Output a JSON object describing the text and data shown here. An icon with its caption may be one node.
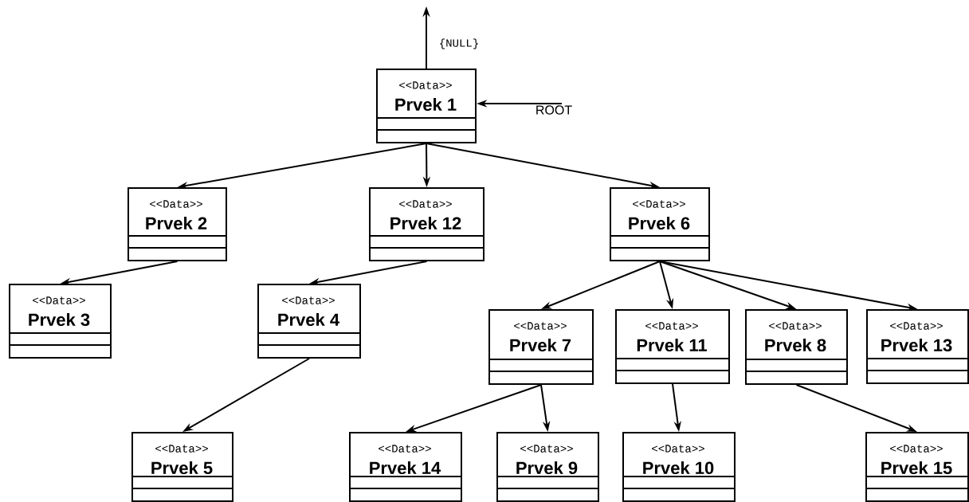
{
  "diagram": {
    "nodes": [
      {
        "text": [
          "<<Data>>",
          "Prvek 1"
        ]
      },
      {
        "text": [
          "ROOT"
        ]
      },
      {
        "text": [
          "<<Data>>",
          "Prvek 2"
        ]
      },
      {
        "text": [
          "<<Data>>",
          "Prvek 12"
        ]
      },
      {
        "text": [
          "<<Data>>",
          "Prvek 6"
        ]
      },
      {
        "text": [
          "<<Data>>",
          "Prvek 3"
        ]
      },
      {
        "text": [
          "<<Data>>",
          "Prvek 4"
        ]
      },
      {
        "text": [
          "<<Data>>",
          "Prvek 7"
        ]
      },
      {
        "text": [
          "<<Data>>",
          "Prvek 11"
        ]
      },
      {
        "text": [
          "<<Data>>",
          "Prvek 8"
        ]
      },
      {
        "text": [
          "<<Data>>",
          "Prvek 13"
        ]
      },
      {
        "text": [
          "<<Data>>",
          "Prvek 5"
        ]
      },
      {
        "text": [
          "<<Data>>",
          "Prvek 14"
        ]
      },
      {
        "text": [
          "<<Data>>",
          "Prvek 9"
        ]
      },
      {
        "text": [
          "<<Data>>",
          "Prvek 10"
        ]
      },
      {
        "text": [
          "<<Data>>",
          "Prvek 15"
        ]
      }
    ],
    "edges": [
      {
        "from": 0,
        "to": null,
        "arrow": "to",
        "label": "{NULL}"
      },
      {
        "from": 1,
        "to": 0,
        "arrow": "to"
      },
      {
        "from": 0,
        "to": 2,
        "arrow": "to"
      },
      {
        "from": 0,
        "to": 3,
        "arrow": "to"
      },
      {
        "from": 0,
        "to": 4,
        "arrow": "to"
      },
      {
        "from": 2,
        "to": 5,
        "arrow": "to"
      },
      {
        "from": 3,
        "to": 6,
        "arrow": "to"
      },
      {
        "from": 4,
        "to": 7,
        "arrow": "to"
      },
      {
        "from": 4,
        "to": 8,
        "arrow": "to"
      },
      {
        "from": 4,
        "to": 9,
        "arrow": "to"
      },
      {
        "from": 4,
        "to": 10,
        "arrow": "to"
      },
      {
        "from": 6,
        "to": 11,
        "arrow": "to"
      },
      {
        "from": 7,
        "to": 12,
        "arrow": "to"
      },
      {
        "from": 7,
        "to": 13,
        "arrow": "to"
      },
      {
        "from": 8,
        "to": 14,
        "arrow": "to"
      },
      {
        "from": 9,
        "to": 15,
        "arrow": "to"
      }
    ]
  }
}
